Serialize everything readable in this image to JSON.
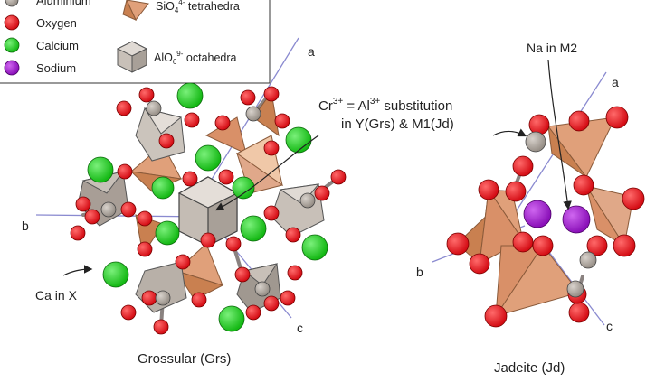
{
  "legend": {
    "items": [
      {
        "key": "aluminium",
        "label": "Aluminium",
        "color": "#b3aba3"
      },
      {
        "key": "oxygen",
        "label": "Oxygen",
        "color": "#e8141e"
      },
      {
        "key": "calcium",
        "label": "Calcium",
        "color": "#19d019"
      },
      {
        "key": "sodium",
        "label": "Sodium",
        "color": "#a020d0"
      }
    ],
    "tetrahedra": {
      "base": "SiO",
      "sub": "4",
      "sup": "4-",
      "rest": " tetrahedra",
      "color": "#e0a07a"
    },
    "octahedra": {
      "base": "AlO",
      "sub": "6",
      "sup": "9-",
      "rest": " octahedra",
      "color": "#b8b0a8"
    }
  },
  "annotations": {
    "substitution_line1": {
      "pre": "Cr",
      "sup1": "3+",
      "mid": " = Al",
      "sup2": "3+",
      "post": " substitution"
    },
    "substitution_line2": "in Y(Grs) & M1(Jd)",
    "ca_in_x": "Ca in X",
    "na_in_m2": "Na in M2"
  },
  "axes": {
    "a": "a",
    "b": "b",
    "c": "c"
  },
  "structures": {
    "grossular": "Grossular (Grs)",
    "jadeite": "Jadeite (Jd)"
  }
}
